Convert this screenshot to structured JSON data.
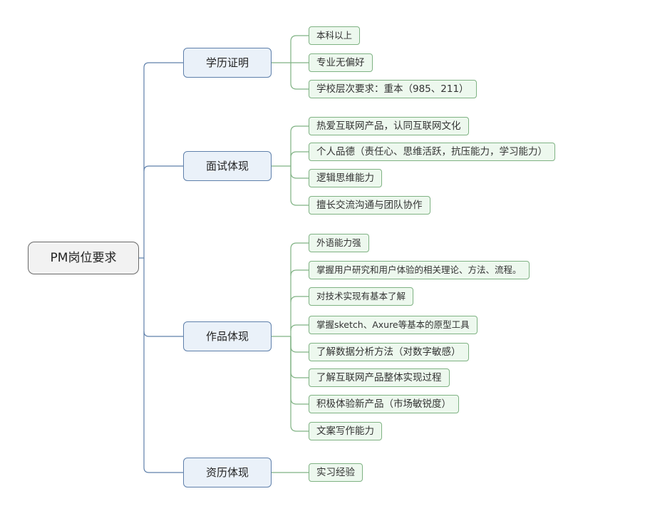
{
  "root": {
    "label": "PM岗位要求"
  },
  "branches": [
    {
      "label": "学历证明",
      "leaves": [
        {
          "label": "本科以上"
        },
        {
          "label": "专业无偏好"
        },
        {
          "label": "学校层次要求：重本（985、211）"
        }
      ]
    },
    {
      "label": "面试体现",
      "leaves": [
        {
          "label": "热爱互联网产品，认同互联网文化"
        },
        {
          "label": "个人品德（责任心、思维活跃，抗压能力，学习能力）"
        },
        {
          "label": "逻辑思维能力"
        },
        {
          "label": "擅长交流沟通与团队协作"
        }
      ]
    },
    {
      "label": "作品体现",
      "leaves": [
        {
          "label": "外语能力强"
        },
        {
          "label": "掌握用户研究和用户体验的相关理论、方法、流程。"
        },
        {
          "label": "对技术实现有基本了解"
        },
        {
          "label": "掌握sketch、Axure等基本的原型工具"
        },
        {
          "label": "了解数据分析方法（对数字敏感）"
        },
        {
          "label": "了解互联网产品整体实现过程"
        },
        {
          "label": "积极体验新产品（市场敏锐度）"
        },
        {
          "label": "文案写作能力"
        }
      ]
    },
    {
      "label": "资历体现",
      "leaves": [
        {
          "label": "实习经验"
        }
      ]
    }
  ],
  "colors": {
    "root_line": "#5f80ab",
    "leaf_line": "#7fb283"
  }
}
